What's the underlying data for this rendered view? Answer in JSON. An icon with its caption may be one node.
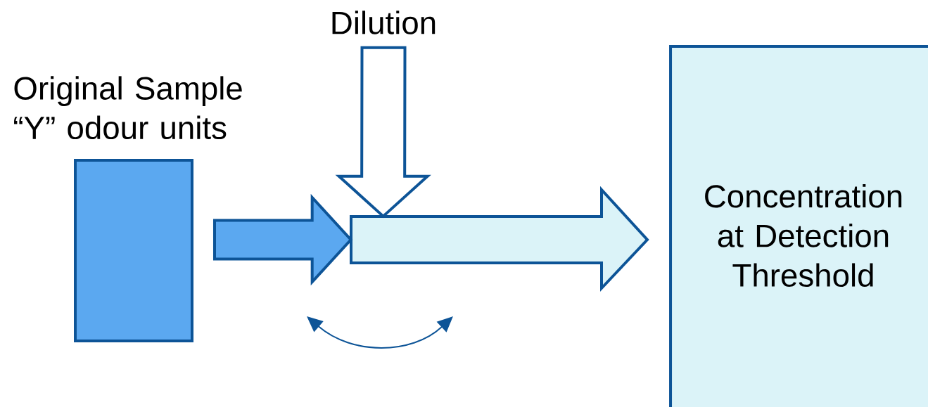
{
  "diagram": {
    "nodes": [
      {
        "text": [
          "Original Sample “Y” odour units"
        ]
      },
      {
        "text": [
          "Dilution"
        ]
      },
      {
        "text": [],
        "shape": "arrow"
      },
      {
        "text": [
          "Concentration at Detection Threshold"
        ]
      }
    ],
    "edges": [
      {
        "from": 0,
        "to": 2,
        "arrow": "to",
        "style": "thick",
        "color": "#5ba8f0"
      },
      {
        "from": 1,
        "to": 2,
        "arrow": "to",
        "style": "thick"
      }
    ]
  }
}
